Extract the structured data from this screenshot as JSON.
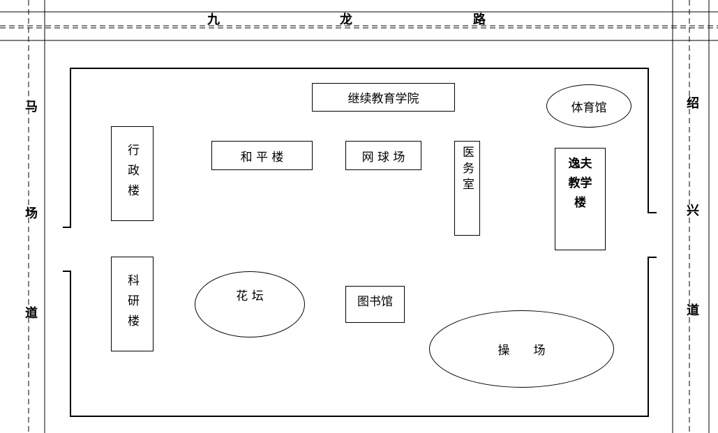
{
  "roads": {
    "top": {
      "chars": [
        "九",
        "龙",
        "路"
      ]
    },
    "left": {
      "chars": [
        "马",
        "场",
        "道"
      ]
    },
    "right": {
      "chars": [
        "绍",
        "兴",
        "道"
      ]
    }
  },
  "buildings": {
    "jixu": "继续教育学院",
    "tiyuguan": "体育馆",
    "xingzheng": "行政楼",
    "heping": "和 平 楼",
    "wangqiu": "网 球 场",
    "yiwushi": "医务室",
    "yifu": [
      "逸夫",
      "教学",
      "楼"
    ],
    "keyan": "科研楼",
    "huatan": "花 坛",
    "tushuguan": "图书馆",
    "caochang": "操　　场"
  }
}
